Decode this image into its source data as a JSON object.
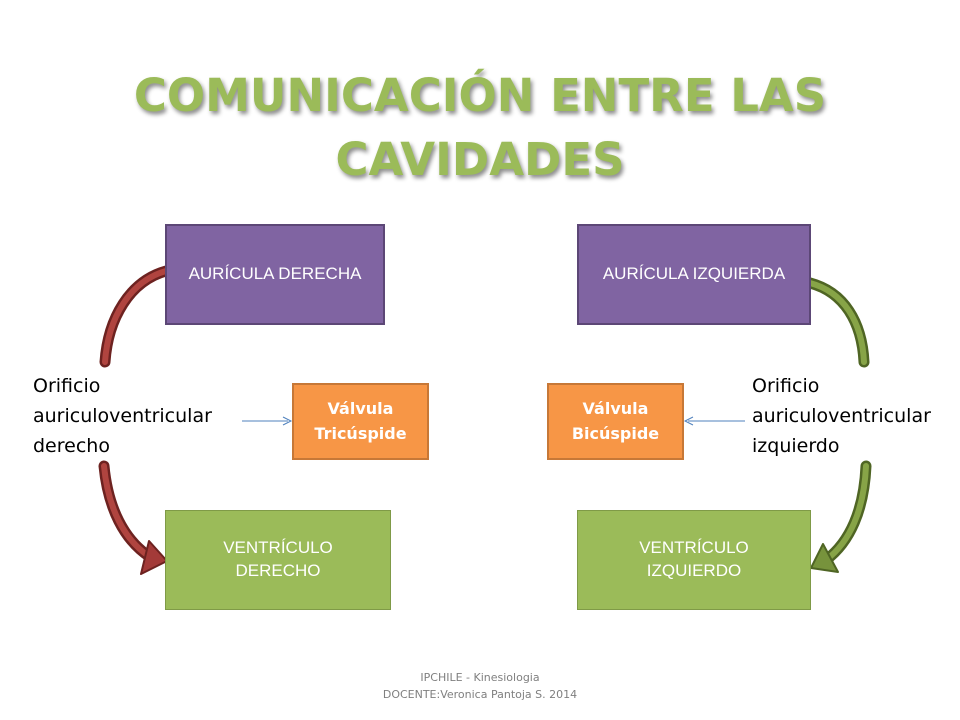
{
  "title": {
    "line1": "COMUNICACIÓN ENTRE LAS",
    "line2": "CAVIDADES"
  },
  "boxes": {
    "auricula_derecha": "AURÍCULA DERECHA",
    "auricula_izquierda": "AURÍCULA IZQUIERDA",
    "ventriculo_derecho_1": "VENTRÍCULO",
    "ventriculo_derecho_2": "DERECHO",
    "ventriculo_izquierdo_1": "VENTRÍCULO",
    "ventriculo_izquierdo_2": "IZQUIERDO",
    "valvula_tricuspide_1": "Válvula",
    "valvula_tricuspide_2": "Tricúspide",
    "valvula_bicuspide_1": "Válvula",
    "valvula_bicuspide_2": "Bicúspide"
  },
  "labels": {
    "left": [
      "Orificio",
      "auriculoventricular",
      "derecho"
    ],
    "right": [
      "Orificio",
      "auriculoventricular",
      "izquierdo"
    ]
  },
  "footer": {
    "line1": "IPCHILE  - Kinesiologia",
    "line2": "DOCENTE:Veronica Pantoja S. 2014"
  },
  "colors": {
    "title": "#9bbb59",
    "atrium": "#8064a2",
    "ventricle": "#9bbb59",
    "valve": "#f79646",
    "right_arrow": "#a33a38",
    "left_arrow": "#77933c"
  }
}
